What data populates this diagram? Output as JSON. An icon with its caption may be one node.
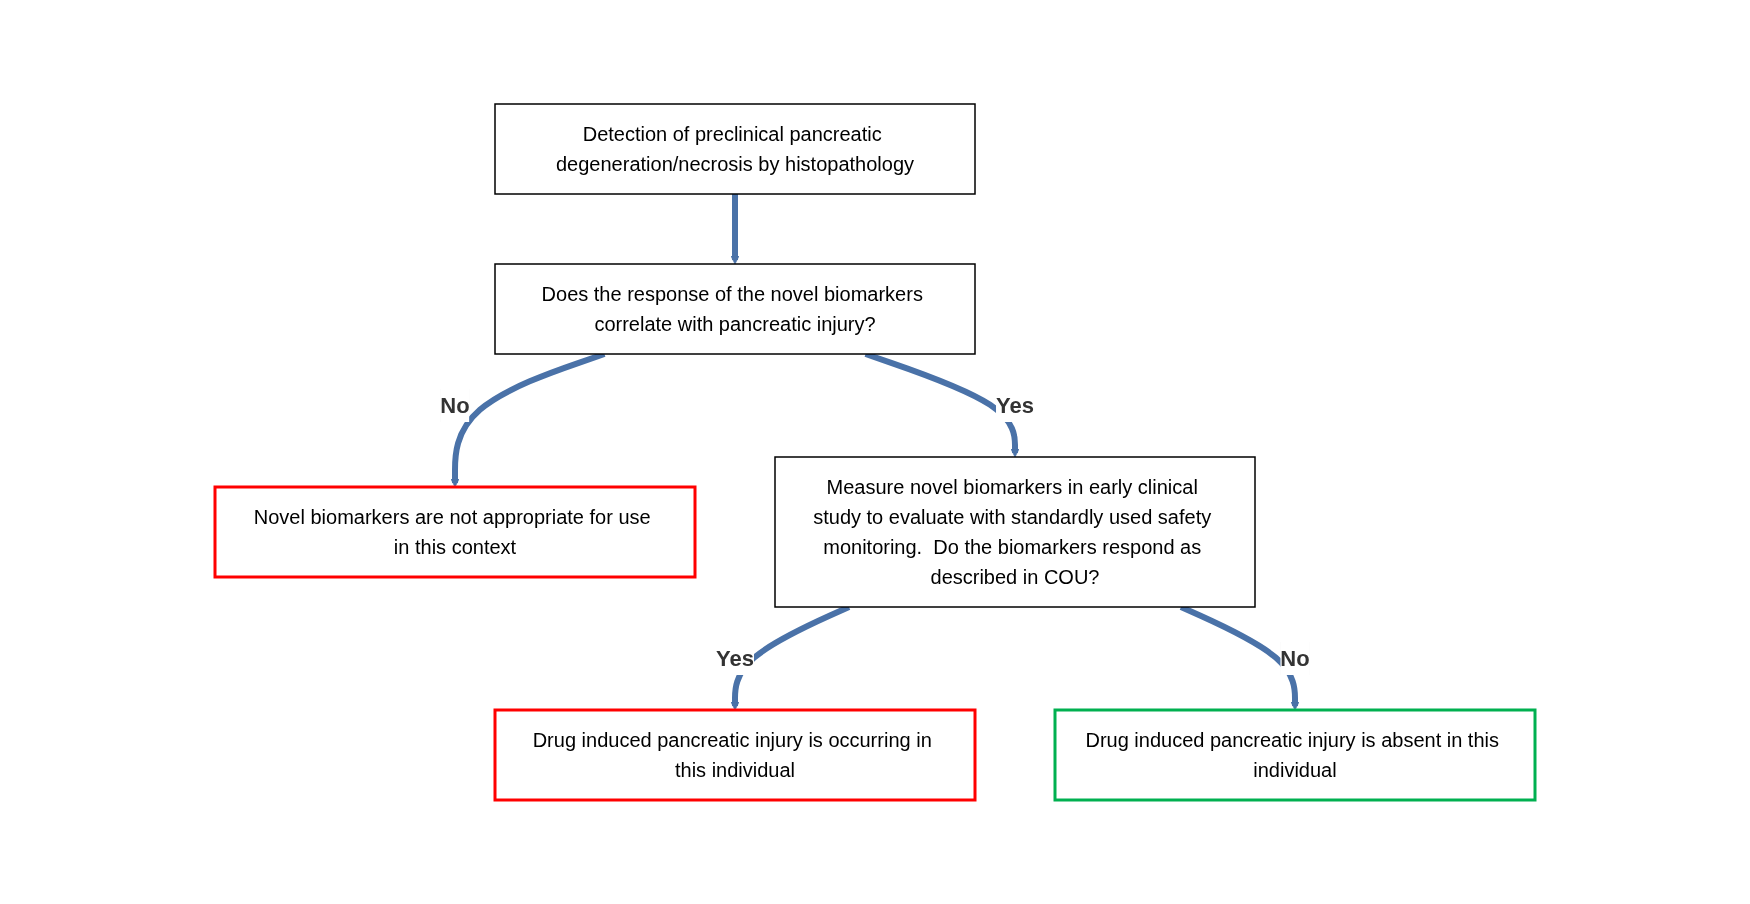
{
  "diagram": {
    "nodes": [
      {
        "text": [
          "Detection of preclinical pancreatic degeneration/necrosis by histopathology"
        ]
      },
      {
        "text": [
          "Does the response of the novel biomarkers correlate with pancreatic injury?"
        ]
      },
      {
        "text": [
          "Novel biomarkers are not appropriate for use in this context"
        ]
      },
      {
        "text": [
          "Measure novel biomarkers in early clinical study to evaluate with standardly used safety monitoring.  Do the biomarkers respond as described in COU?"
        ]
      },
      {
        "text": [
          "Drug induced pancreatic injury is occurring in this individual"
        ]
      },
      {
        "text": [
          "Drug induced pancreatic injury is absent in this individual"
        ]
      }
    ],
    "edges": [
      {
        "from": 0,
        "to": 1,
        "arrow": "to"
      },
      {
        "from": 1,
        "to": 2,
        "arrow": "to",
        "label": "No"
      },
      {
        "from": 1,
        "to": 3,
        "arrow": "to",
        "label": "Yes"
      },
      {
        "from": 3,
        "to": 4,
        "arrow": "to",
        "label": "Yes"
      },
      {
        "from": 3,
        "to": 5,
        "arrow": "to",
        "label": "No"
      }
    ]
  }
}
